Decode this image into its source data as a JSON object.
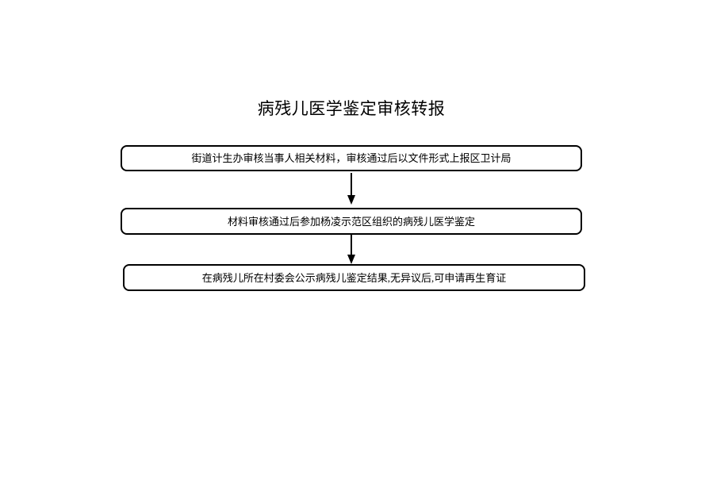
{
  "page": {
    "title": "病残儿医学鉴定审核转报",
    "background_color": "#ffffff"
  },
  "flowchart": {
    "box_border_color": "#000000",
    "text_color": "#000000",
    "connector": "arrow-down",
    "steps": [
      {
        "label": "街道计生办审核当事人相关材料，审核通过后以文件形式上报区卫计局"
      },
      {
        "label": "材料审核通过后参加杨凌示范区组织的病残儿医学鉴定"
      },
      {
        "label": "在病残儿所在村委会公示病残儿鉴定结果,无异议后,可申请再生育证"
      }
    ]
  }
}
